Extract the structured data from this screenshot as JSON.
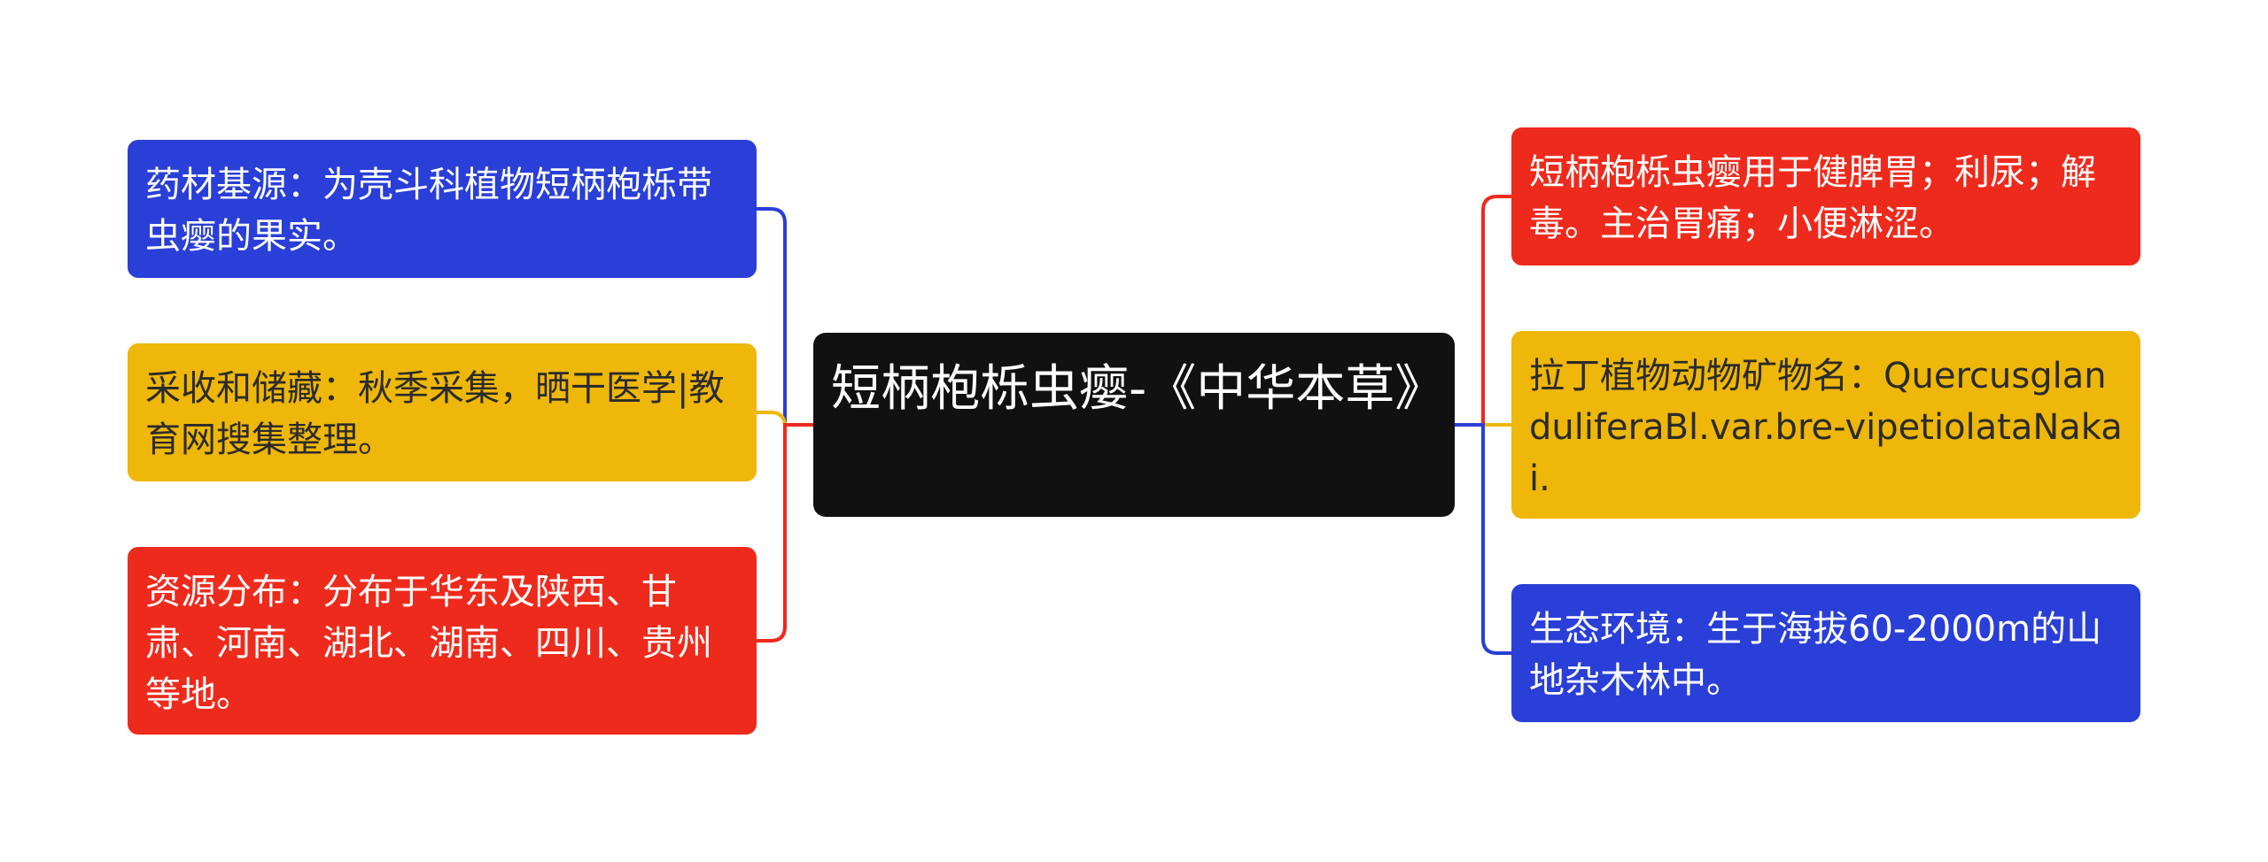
{
  "colors": {
    "root": "#111111",
    "blue": "#2a3fd7",
    "yellow": "#eeb709",
    "red": "#ee2a1c"
  },
  "root": {
    "text": "短柄枹栎虫瘿-《中华本草》"
  },
  "left": [
    {
      "text": "药材基源：为壳斗科植物短柄枹栎带虫瘿的果实。",
      "color": "blue"
    },
    {
      "text": "采收和储藏：秋季采集，晒干医学|教育网搜集整理。",
      "color": "yellow"
    },
    {
      "text": "资源分布：分布于华东及陕西、甘肃、河南、湖北、湖南、四川、贵州等地。",
      "color": "red"
    }
  ],
  "right": [
    {
      "text": "短柄枹栎虫瘿用于健脾胃；利尿；解毒。主治胃痛；小便淋涩。",
      "color": "red"
    },
    {
      "text": "拉丁植物动物矿物名：QuercusglanduliferaBl.var.bre-vipetiolataNakai.",
      "color": "yellow"
    },
    {
      "text": "生态环境：生于海拔60-2000m的山地杂木林中。",
      "color": "blue"
    }
  ]
}
